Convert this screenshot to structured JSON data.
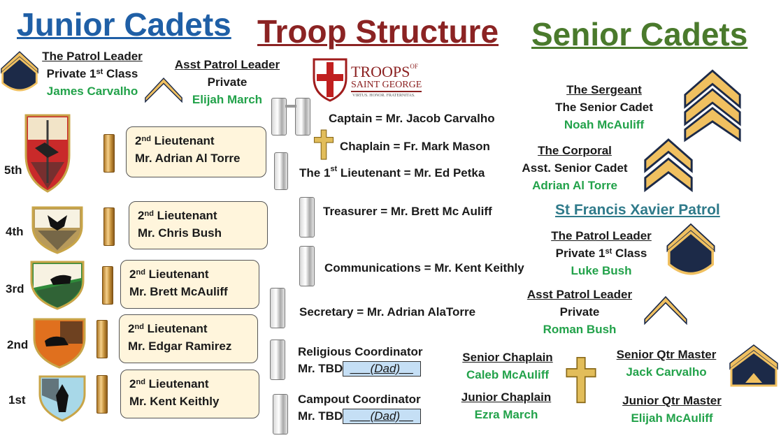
{
  "titles": {
    "junior": "Junior Cadets",
    "troop": "Troop Structure",
    "senior": "Senior Cadets"
  },
  "logo": {
    "name": "TROOPS",
    "of": "OF",
    "saint": "SAINT GEORGE",
    "motto": "VIRTUS. HONOR. FRATERNITAS."
  },
  "junior": {
    "patrol_leader": {
      "role": "The Patrol Leader",
      "rank": "Private 1",
      "rank_sup": "st",
      "rank_suffix": " Class",
      "name": "James Carvalho"
    },
    "asst_patrol_leader": {
      "role": "Asst Patrol Leader",
      "rank": "Private",
      "name": "Elijah March"
    }
  },
  "lieutenants": [
    {
      "grade": "5th",
      "title": "2",
      "title_sup": "nd",
      "title_suffix": " Lieutenant",
      "name": "Mr. Adrian Al Torre"
    },
    {
      "grade": "4th",
      "title": "2",
      "title_sup": "nd",
      "title_suffix": " Lieutenant",
      "name": "Mr. Chris Bush"
    },
    {
      "grade": "3rd",
      "title": "2",
      "title_sup": "nd",
      "title_suffix": " Lieutenant",
      "name": "Mr. Brett McAuliff"
    },
    {
      "grade": "2nd",
      "title": "2",
      "title_sup": "nd",
      "title_suffix": " Lieutenant",
      "name": "Mr. Edgar Ramirez"
    },
    {
      "grade": "1st",
      "title": "2",
      "title_sup": "nd",
      "title_suffix": " Lieutenant",
      "name": "Mr. Kent Keithly"
    }
  ],
  "staff": {
    "captain": "Captain = Mr. Jacob Carvalho",
    "chaplain": "Chaplain = Fr. Mark Mason",
    "first_lt_pre": "The 1",
    "first_lt_sup": "st",
    "first_lt_post": " Lieutenant  = Mr. Ed Petka",
    "treasurer": "Treasurer = Mr. Brett Mc Auliff",
    "communications": "Communications = Mr. Kent Keithly",
    "secretary": "Secretary = Mr. Adrian AlaTorre",
    "religious_title": "Religious Coordinator",
    "religious_name": "Mr. TBD",
    "religious_dad": "___(Dad)__",
    "campout_title": "Campout Coordinator",
    "campout_name": "Mr. TBD",
    "campout_dad": "___(Dad)__"
  },
  "senior": {
    "sergeant": {
      "role": "The Sergeant",
      "rank": "The Senior Cadet",
      "name": "Noah McAuliff"
    },
    "corporal": {
      "role": "The Corporal",
      "rank": "Asst. Senior Cadet",
      "name": "Adrian Al Torre"
    },
    "patrol_name": "St Francis Xavier Patrol",
    "patrol_leader": {
      "role": "The Patrol Leader",
      "rank": "Private 1",
      "rank_sup": "st",
      "rank_suffix": " Class",
      "name": "Luke Bush"
    },
    "asst_patrol_leader": {
      "role": "Asst Patrol Leader",
      "rank": "Private",
      "name": "Roman Bush"
    },
    "senior_chaplain": {
      "role": "Senior Chaplain",
      "name": "Caleb McAuliff"
    },
    "junior_chaplain": {
      "role": "Junior Chaplain",
      "name": "Ezra March"
    },
    "senior_qm": {
      "role": "Senior Qtr Master",
      "name": "Jack Carvalho"
    },
    "junior_qm": {
      "role": "Junior Qtr Master",
      "name": "Elijah McAuliff"
    }
  },
  "colors": {
    "junior_title": "#1f5fa6",
    "troop_title": "#8b2323",
    "senior_title": "#4a7a2c",
    "name_green": "#22a24a",
    "chevron_gold": "#f0c060",
    "chevron_navy": "#1c2a48",
    "box_fill": "#fff5dc",
    "dad_fill": "#c5dff5"
  },
  "icons": [
    "private-first-class-chevron-icon",
    "private-chevron-icon",
    "sergeant-chevron-icon",
    "corporal-chevron-icon",
    "gold-cross-icon",
    "silver-bar-icon",
    "double-silver-bar-icon",
    "gold-bar-icon",
    "patrol-shield-icon"
  ]
}
